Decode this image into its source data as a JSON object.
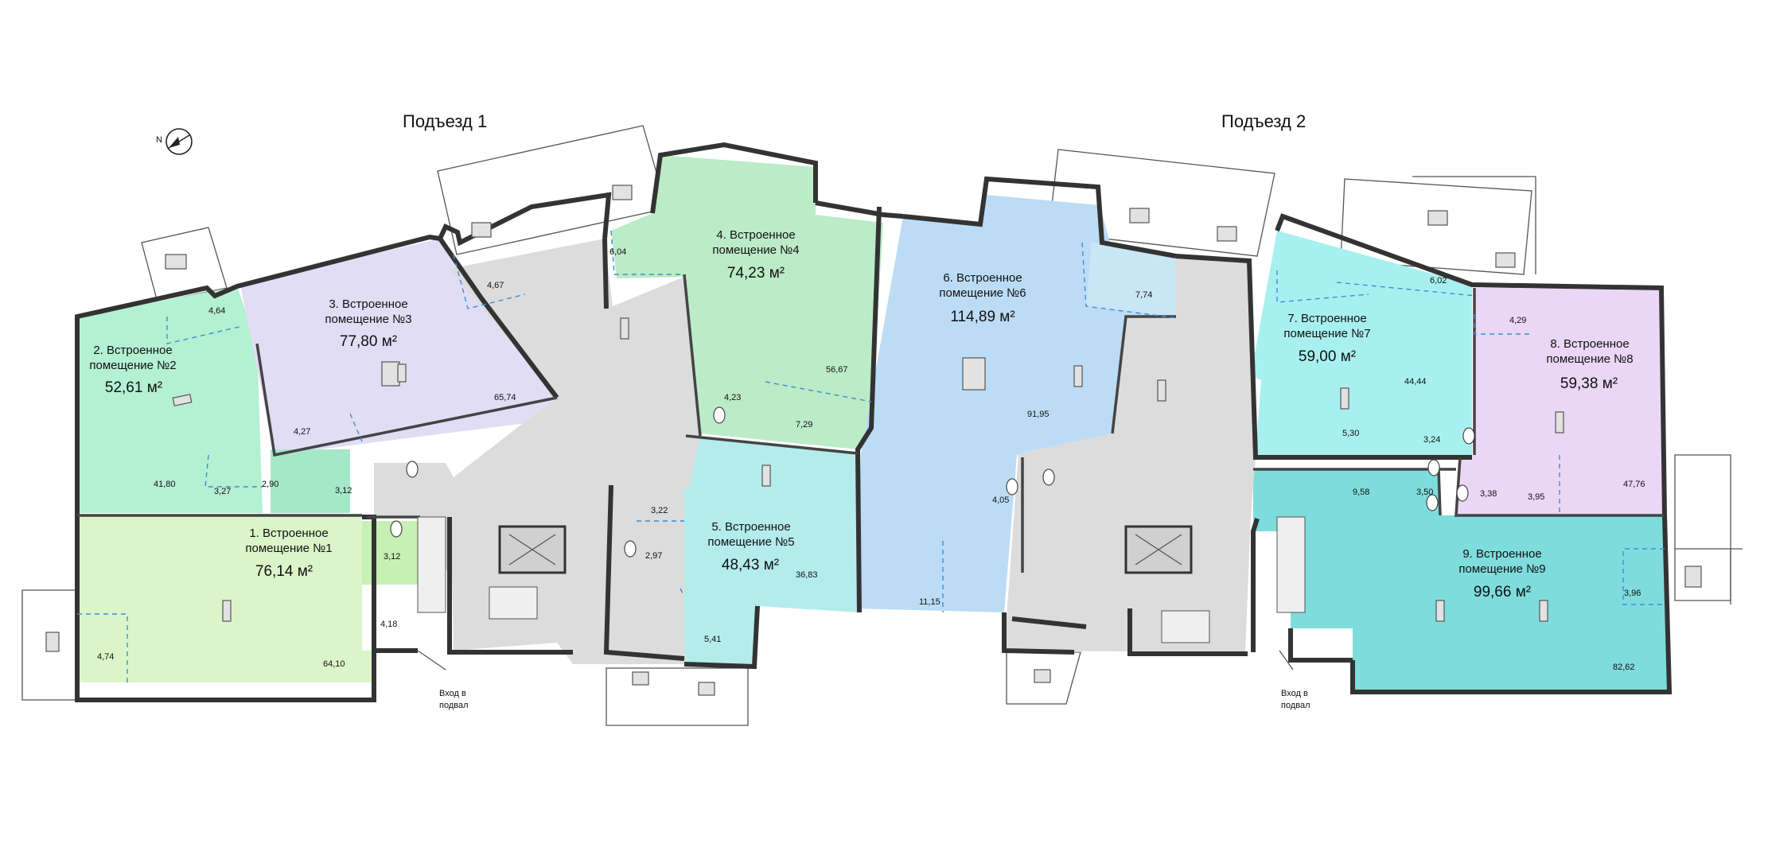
{
  "entrances": [
    "Подъезд 1",
    "Подъезд 2"
  ],
  "north_label": "N",
  "basement_entry": [
    "Вход в",
    "подвал"
  ],
  "colors": {
    "room1": "#dcf5c8",
    "room2": "#b4f0d2",
    "room3": "#e1ddf5",
    "room4": "#bcebc8",
    "room5": "#b4ecec",
    "room6": "#bcdcf5",
    "room7": "#a8f0f0",
    "room8": "#ead7f5",
    "room9": "#7fdcdc",
    "common": "#dcdcdc"
  },
  "rooms": [
    {
      "id": "1",
      "name1": "1. Встроенное",
      "name2": "помещение №1",
      "area": "76,14 м²"
    },
    {
      "id": "2",
      "name1": "2. Встроенное",
      "name2": "помещение №2",
      "area": "52,61 м²"
    },
    {
      "id": "3",
      "name1": "3. Встроенное",
      "name2": "помещение №3",
      "area": "77,80 м²"
    },
    {
      "id": "4",
      "name1": "4. Встроенное",
      "name2": "помещение №4",
      "area": "74,23 м²"
    },
    {
      "id": "5",
      "name1": "5. Встроенное",
      "name2": "помещение №5",
      "area": "48,43 м²"
    },
    {
      "id": "6",
      "name1": "6. Встроенное",
      "name2": "помещение №6",
      "area": "114,89 м²"
    },
    {
      "id": "7",
      "name1": "7. Встроенное",
      "name2": "помещение №7",
      "area": "59,00 м²"
    },
    {
      "id": "8",
      "name1": "8. Встроенное",
      "name2": "помещение №8",
      "area": "59,38 м²"
    },
    {
      "id": "9",
      "name1": "9. Встроенное",
      "name2": "помещение №9",
      "area": "99,66 м²"
    }
  ],
  "sub_areas": {
    "r1_main": "64,10",
    "r1_corner": "4,74",
    "r1_hall": "4,18",
    "r1_wc": "3,12",
    "r2_main": "41,80",
    "r2_top": "4,64",
    "r2_hall": "3,27",
    "r2_wc": "2,90",
    "r2_wc2": "3,12",
    "r3_main": "65,74",
    "r3_top": "4,67",
    "r3_hall": "4,27",
    "r4_main": "56,67",
    "r4_top": "6,04",
    "r4_wc": "4,23",
    "r4_hall": "7,29",
    "r5_main": "36,83",
    "r5_top": "3,22",
    "r5_wc": "2,97",
    "r5_bottom": "5,41",
    "r6_main": "91,95",
    "r6_top": "7,74",
    "r6_wc": "4,05",
    "r6_bottom": "11,15",
    "r7_main": "44,44",
    "r7_top": "6,02",
    "r7_hall": "5,30",
    "r7_wc": "3,24",
    "r8_main": "47,76",
    "r8_top": "4,29",
    "r8_wc": "3,38",
    "r8_hall": "3,95",
    "r9_main": "82,62",
    "r9_top": "9,58",
    "r9_wc": "3,50",
    "r9_right": "3,96"
  }
}
